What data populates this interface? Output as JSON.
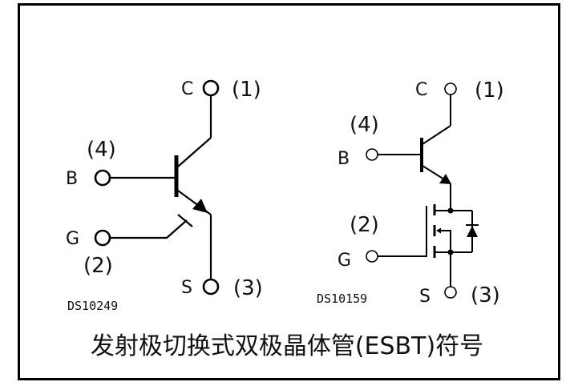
{
  "caption": "发射极切换式双极晶体管(ESBT)符号",
  "colors": {
    "line": "#000000",
    "background": "#ffffff"
  },
  "left_symbol": {
    "code": "DS10249",
    "terminals": {
      "collector": {
        "letter": "C",
        "pin": "(1)"
      },
      "base": {
        "letter": "B",
        "pin": "(4)"
      },
      "gate": {
        "letter": "G",
        "pin": "(2)"
      },
      "source": {
        "letter": "S",
        "pin": "(3)"
      }
    }
  },
  "right_symbol": {
    "code": "DS10159",
    "terminals": {
      "collector": {
        "letter": "C",
        "pin": "(1)"
      },
      "base": {
        "letter": "B",
        "pin": "(4)"
      },
      "gate": {
        "letter": "G",
        "pin": "(2)"
      },
      "source": {
        "letter": "S",
        "pin": "(3)"
      }
    }
  }
}
